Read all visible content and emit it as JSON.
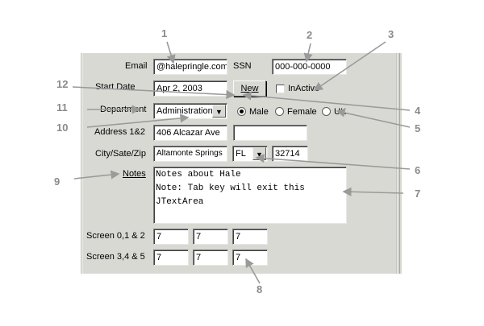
{
  "form": {
    "email_label": "Email",
    "email_value": "@halepringle.com",
    "ssn_label": "SSN",
    "ssn_value": "000-000-0000",
    "start_date_label": "Start Date",
    "start_date_value": "Apr 2, 2003",
    "new_button": "New",
    "inactive_label": "InActive",
    "department_label": "Department",
    "department_value": "Administration",
    "gender_options": [
      "Male",
      "Female",
      "UK"
    ],
    "gender_selected": "Male",
    "address_label": "Address 1&2",
    "address1_value": "406 Alcazar Ave",
    "address2_value": "",
    "city_label": "City/Sate/Zip",
    "city_value": "Altamonte Springs",
    "state_value": "FL",
    "zip_value": "32714",
    "notes_label": "Notes",
    "notes_lines": [
      "Notes about Hale",
      "Note: Tab key will exit this",
      "JTextArea"
    ],
    "screen1_label": "Screen 0,1 & 2",
    "screen1_values": [
      "7",
      "7",
      "7"
    ],
    "screen2_label": "Screen 3,4 & 5",
    "screen2_values": [
      "7",
      "7",
      "7"
    ]
  },
  "callouts": [
    "1",
    "2",
    "3",
    "4",
    "5",
    "6",
    "7",
    "8",
    "9",
    "10",
    "11",
    "12"
  ]
}
